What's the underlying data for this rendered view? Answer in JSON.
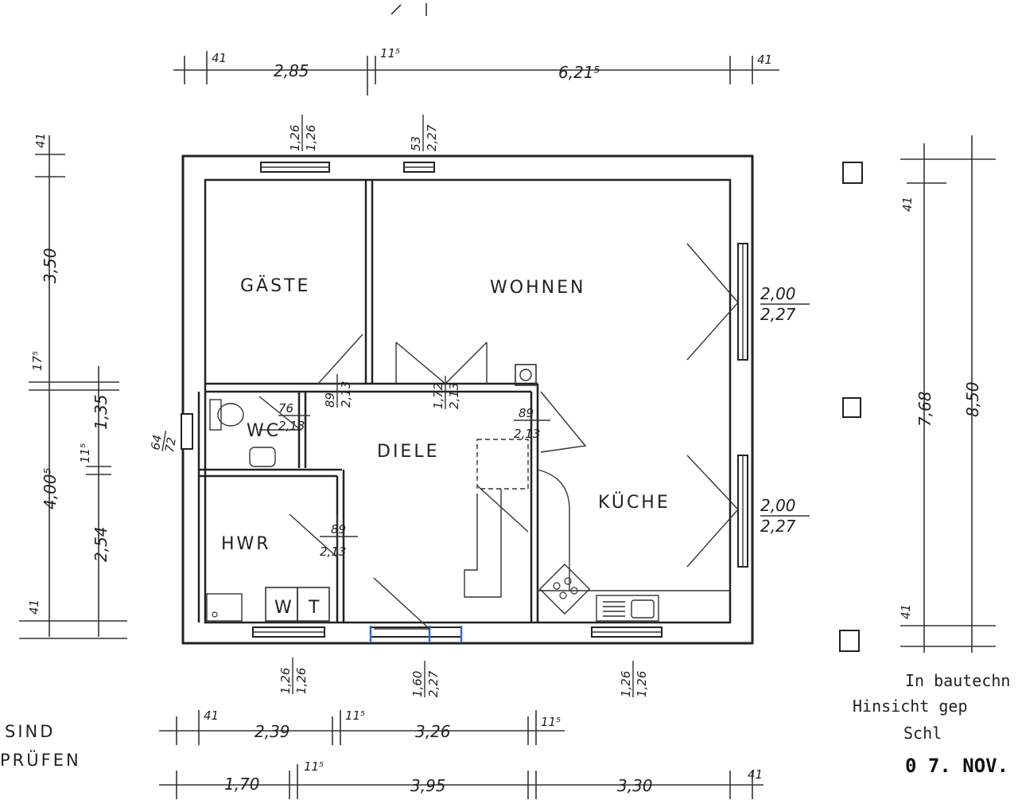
{
  "rooms": {
    "gaeste": "GÄSTE",
    "wohnen": "WOHNEN",
    "wc": "WC",
    "diele": "DIELE",
    "kueche": "KÜCHE",
    "hwr": "HWR"
  },
  "appliances": {
    "washer": "W",
    "dryer": "T"
  },
  "top_dims": {
    "d41_left": "41",
    "d285": "2,85",
    "d115": "11⁵",
    "d6215": "6,21⁵",
    "d41_right": "41"
  },
  "left_dims": {
    "d41_top": "41",
    "d350": "3,50",
    "d175": "17⁵",
    "d135": "1,35",
    "d115": "11⁵",
    "d4005": "4,00⁵",
    "d254": "2,54",
    "d41_bottom": "41"
  },
  "right_dims": {
    "d41_top": "41",
    "d768": "7,68",
    "d850": "8,50",
    "d41_bottom": "41"
  },
  "bottom_dims_row1": {
    "d41": "41",
    "d239": "2,39",
    "d115a": "11⁵",
    "d326": "3,26",
    "d115b": "11⁵"
  },
  "bottom_dims_row2": {
    "d115": "11⁵",
    "d170": "1,70",
    "d395": "3,95",
    "d330": "3,30",
    "d41": "41"
  },
  "window_labels": {
    "top_gaeste": {
      "num": "1,26",
      "den": "1,26"
    },
    "top_wohnen": {
      "num": "53",
      "den": "2,27"
    },
    "right_wohnen": {
      "num": "2,00",
      "den": "2,27"
    },
    "right_kueche": {
      "num": "2,00",
      "den": "2,27"
    },
    "bottom_hwr": {
      "num": "1,26",
      "den": "1,26"
    },
    "bottom_diele": {
      "num": "1,60",
      "den": "2,27"
    },
    "bottom_kueche": {
      "num": "1,26",
      "den": "1,26"
    },
    "wc_window": {
      "num": "64",
      "den": "72"
    }
  },
  "door_labels": {
    "gaeste": {
      "num": "89",
      "den": "2,13"
    },
    "wohnen": {
      "num": "1,72",
      "den": "2,13"
    },
    "wc": {
      "num": "76",
      "den": "2,13"
    },
    "kueche": {
      "num": "89",
      "den": "2,13"
    },
    "hwr": {
      "num": "89",
      "den": "2,13"
    }
  },
  "notes": {
    "line1": "SIND",
    "line2": "PRÜFEN"
  },
  "stamp": {
    "line1": "In bautechn",
    "line2": "Hinsicht gep",
    "line3": "Schl",
    "line4": "0 7. NOV."
  }
}
